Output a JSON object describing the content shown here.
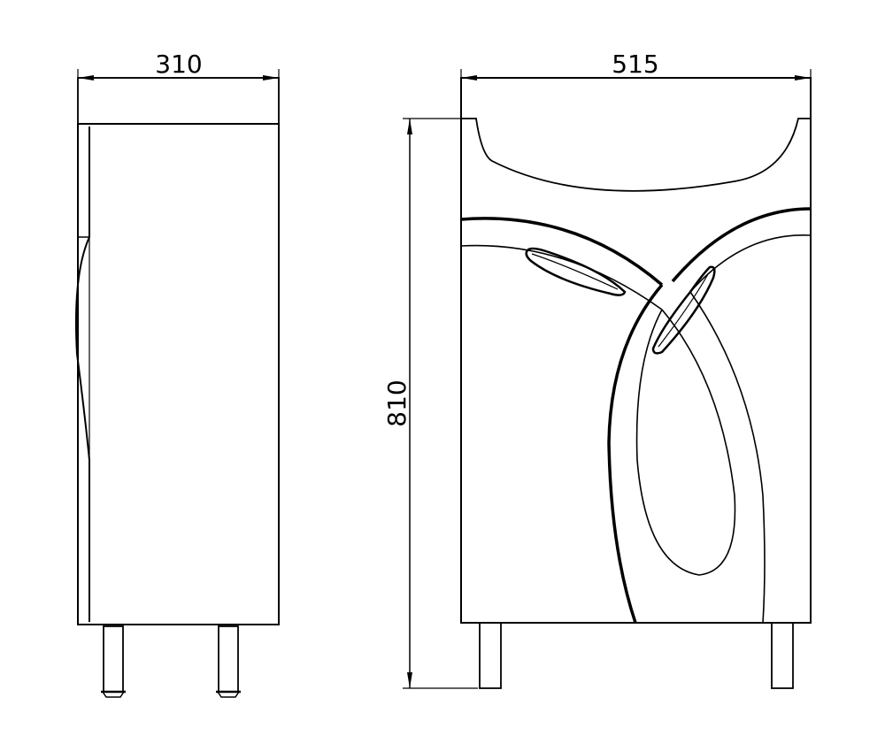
{
  "dimensions": {
    "side_width": "310",
    "front_width": "515",
    "height": "810"
  }
}
